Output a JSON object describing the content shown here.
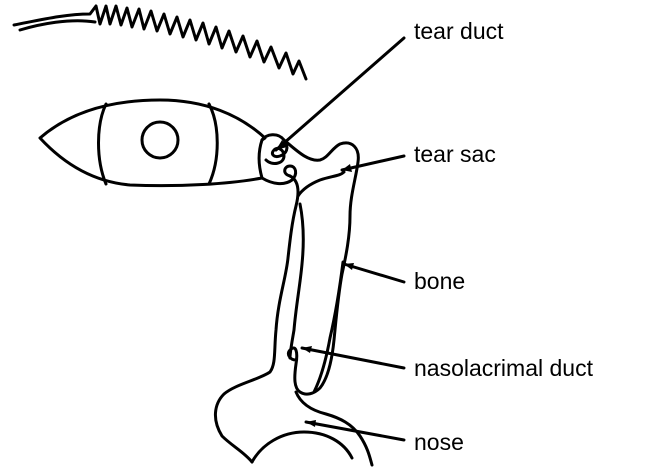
{
  "labels": {
    "tear_duct": "tear duct",
    "tear_sac": "tear sac",
    "bone": "bone",
    "nasolacrimal_duct": "nasolacrimal duct",
    "nose": "nose"
  },
  "colors": {
    "stroke": "#000000",
    "background": "#ffffff"
  }
}
